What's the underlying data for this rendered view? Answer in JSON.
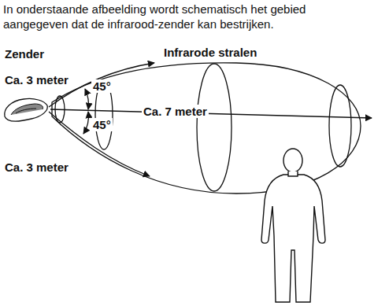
{
  "diagram": {
    "title": "In onderstaande afbeelding wordt schematisch het gebied aangegeven dat de infrarood-zender kan bestrijken.",
    "labels": [
      "Zender",
      "Infrarode stralen",
      "Ca. 3 meter",
      "45°",
      "Ca. 7 meter",
      "45°",
      "Ca. 3 meter"
    ]
  }
}
